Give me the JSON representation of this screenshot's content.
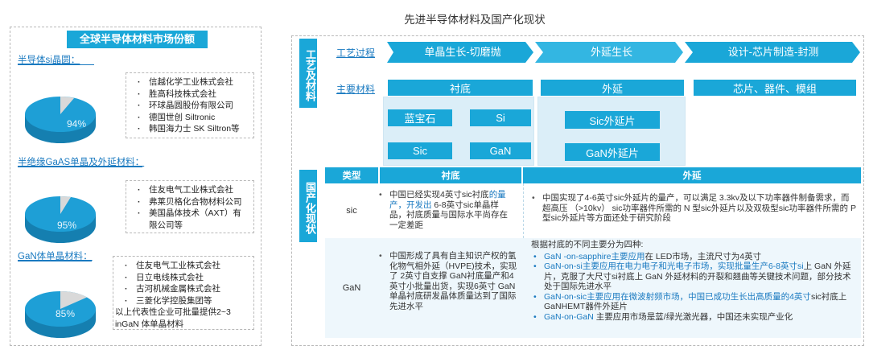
{
  "main_title": "先进半导体材料及国产化现状",
  "left": {
    "title": "全球半导体材料市场份额",
    "sections": [
      {
        "label": "半导体si晶圆：",
        "pct": 94,
        "pct_label": "94%",
        "companies": [
          "信越化学工业株式会社",
          "胜高科技株式会社",
          "环球晶圆股份有限公司",
          "德国世创 Siltronic",
          "韩国海力士 SK Siltron等"
        ],
        "note": ""
      },
      {
        "label": "半绝缘GaAS单晶及外延材料：",
        "pct": 95,
        "pct_label": "95%",
        "companies": [
          "住友电气工业株式会社",
          "弗莱贝格化合物材料公司",
          "美国晶体技术（AXT）有限公司等"
        ],
        "note": ""
      },
      {
        "label": "GaN体单晶材料：",
        "pct": 85,
        "pct_label": "85%",
        "companies": [
          "住友电气工业株式会社",
          "日立电线株式会社",
          "古河机械金属株式会社",
          "三菱化学控股集团等"
        ],
        "note": "以上代表性企业可批量提供2~3 inGaN 体单晶材料"
      }
    ],
    "colors": {
      "pie_main": "#1e9fd6",
      "pie_rest": "#d9d9d9",
      "accent": "#1aa7d8"
    }
  },
  "right": {
    "vert_top": "工艺及材料",
    "vert_bottom": "国产化现状",
    "process_label": "工艺过程",
    "material_label": "主要材料",
    "process_steps": [
      "单晶生长-切磨抛",
      "外延生长",
      "设计-芯片制造-封测"
    ],
    "material_heads": [
      "衬底",
      "外延",
      "芯片、器件、模组"
    ],
    "substrate_items": [
      "蓝宝石",
      "Si",
      "Sic",
      "GaN"
    ],
    "epi_items": [
      "Sic外延片",
      "GaN外延片"
    ],
    "table": {
      "headers": [
        "类型",
        "衬底",
        "外延"
      ],
      "rows": [
        {
          "type": "sic",
          "substrate_a": "中国已经实现4英寸sic衬底",
          "substrate_b": "的量产，开发出",
          "substrate_c": " 6-8英寸sic单晶样品，衬底质量与国际水平尚存在一定差距",
          "epi": "中国实现了4-6英寸sic外延片的量产，可以满足 3.3kv及以下功率器件制备需求，而超高压 （>10kv） sic功率器件所需的 N 型sic外延片以及双极型sic功率器件所需的 P型sic外延片等方面还处于研究阶段"
        },
        {
          "type": "GaN",
          "substrate": "中国形成了具有自主知识产权的氢化物气相外延（HVPE)技术，实现了 2英寸自支撑 GaN衬底量产和4英寸小批量出货，实现6英寸 GaN单晶衬底研发晶体质量达到了国际先进水平",
          "epi_intro": "根据衬底的不同主要分为四种:",
          "epi_items": [
            {
              "a": "GaN -on-sapphire主要应用",
              "b": "在 LED市场，主流尺寸为4英寸"
            },
            {
              "a": "GaN-on-si主要应用在电力电子和光电子市场，实现批量生产6-8英寸si",
              "b": "上 GaN 外延片，克服了大尺寸si衬底上 GaN 外延材料的开裂和翘曲等关键技术问题，部分技术处于国际先进水平"
            },
            {
              "a": "GaN-on-sic主要应用在微波射频市场，中国已成功生长出高质量的4英寸",
              "b": "sic衬底上 GaNHEMT器件外延片"
            },
            {
              "a": "GaN-on-GaN",
              "b": " 主要应用市场是蓝/绿光激光器，中国还未实现产业化"
            }
          ]
        }
      ]
    }
  }
}
